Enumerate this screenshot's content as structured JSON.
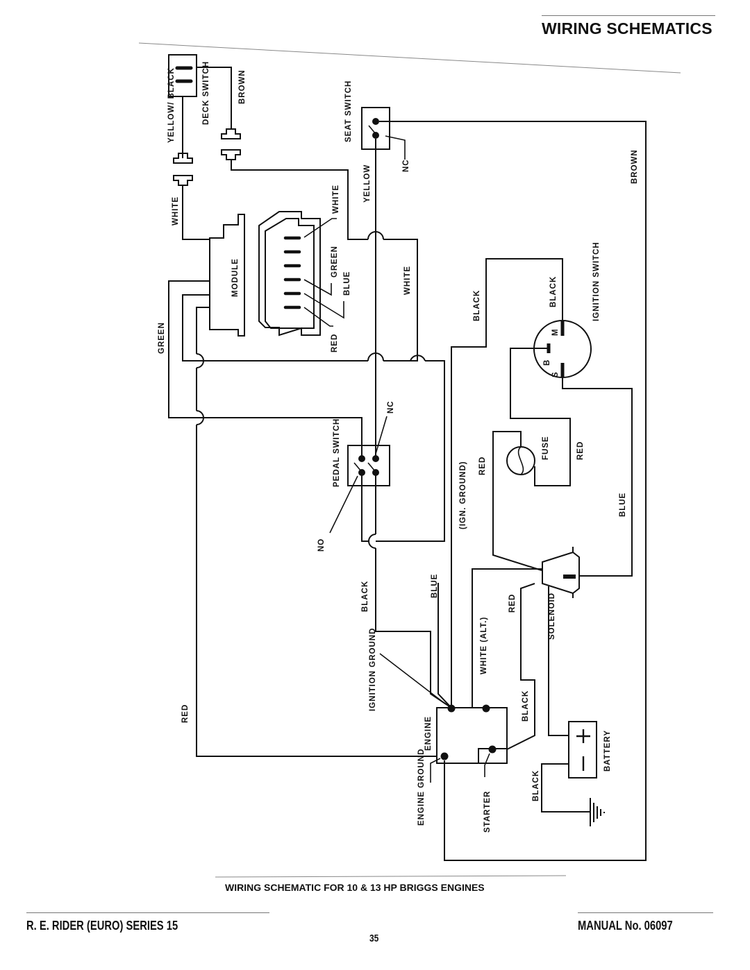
{
  "header": {
    "title": "WIRING SCHEMATICS"
  },
  "diagram": {
    "caption": "WIRING SCHEMATIC FOR 10 & 13 HP BRIGGS ENGINES",
    "components": {
      "deck_switch": "DECK SWITCH",
      "module": "MODULE",
      "seat_switch": "SEAT SWITCH",
      "pedal_switch": "PEDAL SWITCH",
      "ignition_switch": "IGNITION SWITCH",
      "fuse": "FUSE",
      "solenoid": "SOLENOID",
      "engine": "ENGINE",
      "battery": "BATTERY",
      "ignition_ground": "IGNITION GROUND",
      "engine_ground": "ENGINE GROUND",
      "starter": "STARTER"
    },
    "terminals": {
      "m": "M",
      "b": "B",
      "s": "S",
      "plus": "+",
      "minus": "−"
    },
    "contacts": {
      "nc": "NC",
      "no": "NO"
    },
    "wire_labels": {
      "yellow_black": "YELLOW/ BLACK",
      "brown_deck": "BROWN",
      "white_deck": "WHITE",
      "green_module": "GREEN",
      "white_conn": "WHITE",
      "green_conn": "GREEN",
      "blue_conn": "BLUE",
      "red_conn": "RED",
      "yellow": "YELLOW",
      "white_mid": "WHITE",
      "brown_right": "BROWN",
      "black_upper": "BLACK",
      "black_ign": "BLACK",
      "ign_ground": "(IGN. GROUND)",
      "red_mid": "RED",
      "red_fuse": "RED",
      "blue_right": "BLUE",
      "black_lower": "BLACK",
      "blue_lower": "BLUE",
      "white_alt": "WHITE (ALT.)",
      "red_solenoid": "RED",
      "black_starter": "BLACK",
      "black_ground": "BLACK",
      "red_left": "RED"
    }
  },
  "footer": {
    "left": "R. E. RIDER (EURO) SERIES 15",
    "page_number": "35",
    "right": "MANUAL No. 06097"
  }
}
